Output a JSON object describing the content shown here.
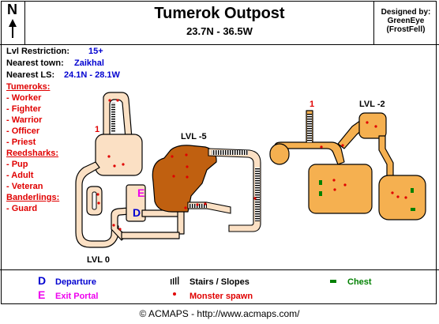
{
  "header": {
    "title": "Tumerok Outpost",
    "coords": "23.7N - 36.5W",
    "designed_by_label": "Designed by:",
    "designer": "GreenEye",
    "designer_server": "(FrostFell)",
    "north_label": "N"
  },
  "info": {
    "lvl_label": "Lvl Restriction:",
    "lvl_value": "15+",
    "town_label": "Nearest town:",
    "town_value": "Zaikhal",
    "ls_label": "Nearest LS:",
    "ls_value": "24.1N - 28.1W"
  },
  "monsters": {
    "groups": [
      {
        "title": "Tumeroks:",
        "items": [
          "- Worker",
          "- Fighter",
          "- Warrior",
          "- Officer",
          "- Priest"
        ]
      },
      {
        "title": "Reedsharks:",
        "items": [
          "- Pup",
          "- Adult",
          "- Veteran"
        ]
      },
      {
        "title": "Banderlings:",
        "items": [
          "- Guard"
        ]
      }
    ]
  },
  "map": {
    "lvl0": "LVL 0",
    "lvl_minus5": "LVL -5",
    "lvl_minus2": "LVL -2",
    "marker_1a": "1",
    "marker_1b": "1",
    "departure_letter": "D",
    "exit_letter": "E"
  },
  "legend": {
    "departure_letter": "D",
    "departure_label": "Departure",
    "exit_letter": "E",
    "exit_label": "Exit Portal",
    "stairs_label": "Stairs / Slopes",
    "spawn_label": "Monster spawn",
    "chest_label": "Chest"
  },
  "footer": {
    "copyright": "© ACMAPS - http://www.acmaps.com/"
  },
  "colors": {
    "accent_red": "#e00000",
    "accent_blue": "#0000d0",
    "exit_magenta": "#ee00ee",
    "chest_green": "#008000",
    "level0_fill": "#fbe0c4",
    "level_minus5_fill": "#c06010",
    "level_minus2_fill": "#f5b050"
  }
}
